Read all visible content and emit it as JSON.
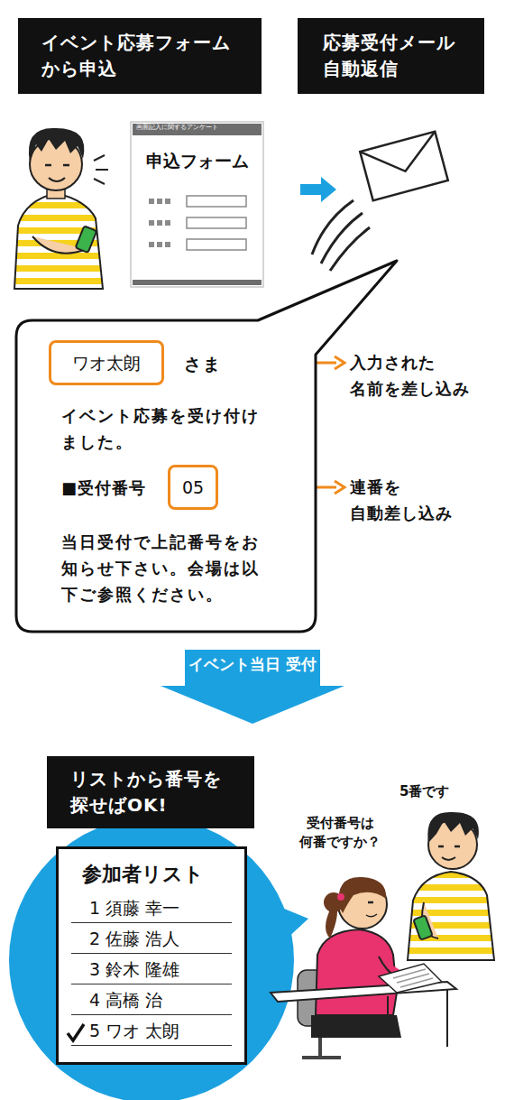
{
  "diagram": {
    "nodes": [
      {
        "text": [
          "イベント応募フォーム から申込"
        ]
      },
      {
        "text": [
          "応募受付メール 自動返信"
        ]
      },
      {
        "text": [
          "画面記入に関するアンケート",
          "申込フォーム"
        ]
      },
      {
        "text": [
          "さま",
          "イベント応募を受け付けました。",
          "■受付番号",
          "当日受付で上記番号をお知らせ下さい。会場は以下ご参照ください。"
        ]
      },
      {
        "text": [
          "ワオ太朗"
        ],
        "in": 3
      },
      {
        "text": [
          "05"
        ],
        "in": 3
      },
      {
        "text": [
          "イベント当日 受付"
        ]
      },
      {
        "text": [
          "リストから番号を 探せばOK!"
        ]
      },
      {
        "text": [
          "参加者リスト",
          "1 須藤 幸一",
          "2 佐藤 浩人",
          "3 鈴木 隆雄",
          "4 高橋 治",
          "5 ワオ 太朗"
        ]
      }
    ],
    "labels": [
      "入力された 名前を差し込み",
      "連番を 自動差し込み",
      "受付番号は 何番ですか？",
      "5番です"
    ]
  }
}
